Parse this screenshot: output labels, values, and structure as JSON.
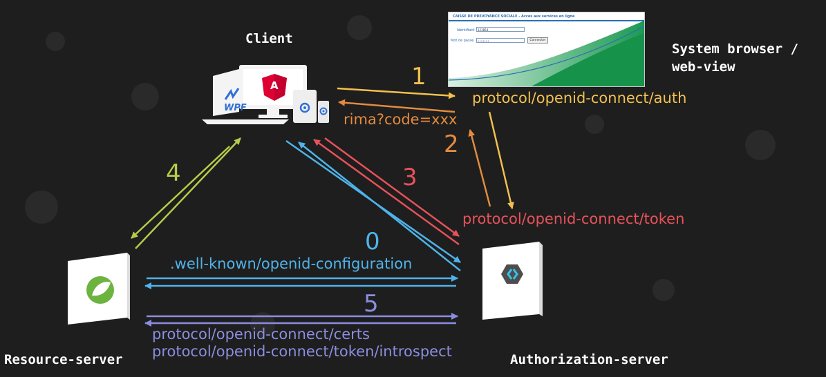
{
  "labels": {
    "client": "Client",
    "system_browser_line1": "System browser /",
    "system_browser_line2": "web-view",
    "resource_server": "Resource-server",
    "authorization_server": "Authorization-server"
  },
  "steps": {
    "step0": "0",
    "step1": "1",
    "step2": "2",
    "step3": "3",
    "step4": "4",
    "step5": "5"
  },
  "endpoints": {
    "auth": "protocol/openid-connect/auth",
    "redirect": "rima?code=xxx",
    "token": "protocol/openid-connect/token",
    "well_known": ".well-known/openid-configuration",
    "certs": "protocol/openid-connect/certs",
    "introspect": "protocol/openid-connect/token/introspect"
  },
  "browser_window": {
    "title": "CAISSE DE PREVOYANCE SOCIALE - Accès aux services en ligne",
    "identifiant_label": "Identifiant",
    "identifiant_value": "123854",
    "password_label": "Mot de passe",
    "password_value": "•••••••",
    "connect_button": "Connecter"
  },
  "icons": {
    "wpf": "WPF",
    "angular": "A"
  },
  "colors": {
    "background": "#1e1e1e",
    "yellow": "#f2c14e",
    "orange": "#e38b3f",
    "red": "#e8525a",
    "green": "#b5cc4a",
    "blue": "#4fb3ea",
    "purple": "#8b8ee0",
    "white": "#ffffff"
  }
}
